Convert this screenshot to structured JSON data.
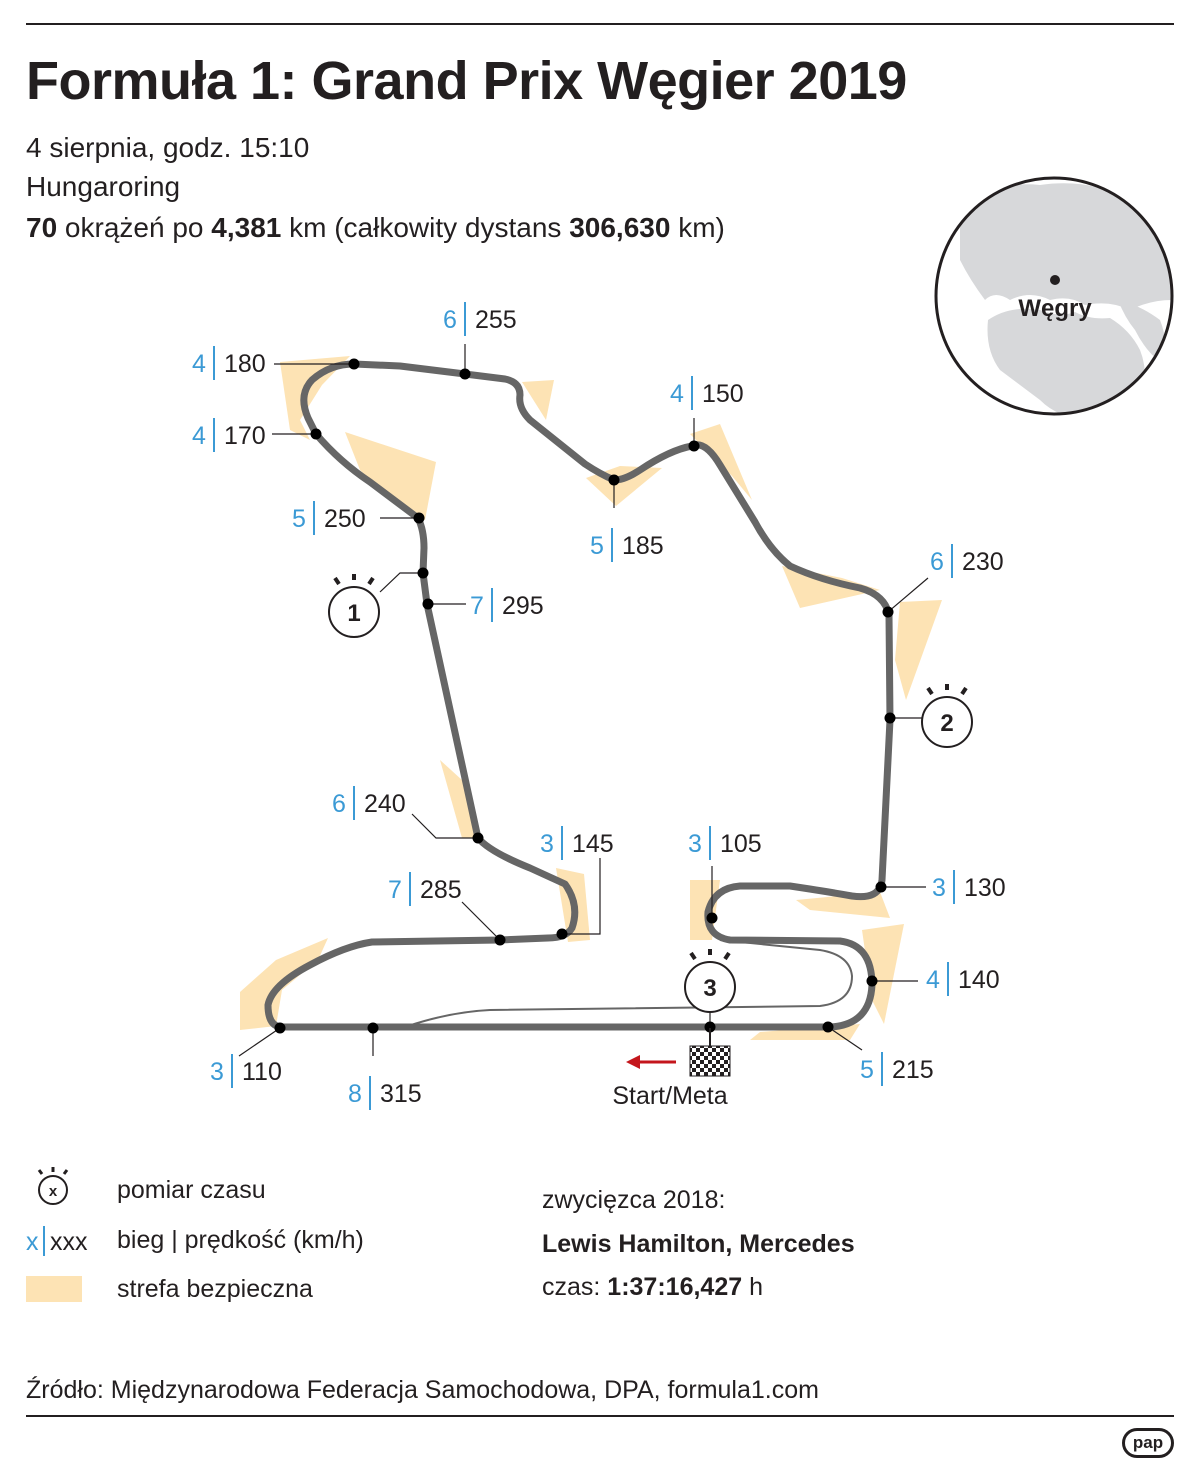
{
  "header": {
    "title": "Formuła 1: Grand Prix Węgier 2019",
    "date": "4 sierpnia, godz. 15:10",
    "circuit": "Hungaroring",
    "laps": "70",
    "laps_text": " okrążeń po ",
    "lap_km": "4,381",
    "km_text": " km (całkowity dystans ",
    "total_km": "306,630",
    "km_end": " km)"
  },
  "globe": {
    "country": "Węgry",
    "land_color": "#d7d8da",
    "sea_color": "#ffffff"
  },
  "track": {
    "track_color": "#666666",
    "zone_color": "#fde3b4",
    "gear_color": "#3b9ad5",
    "points": [
      {
        "gear": "4",
        "speed": "180"
      },
      {
        "gear": "6",
        "speed": "255"
      },
      {
        "gear": "4",
        "speed": "170"
      },
      {
        "gear": "4",
        "speed": "150"
      },
      {
        "gear": "5",
        "speed": "250"
      },
      {
        "gear": "5",
        "speed": "185"
      },
      {
        "gear": "6",
        "speed": "230"
      },
      {
        "gear": "7",
        "speed": "295"
      },
      {
        "gear": "6",
        "speed": "240"
      },
      {
        "gear": "3",
        "speed": "145"
      },
      {
        "gear": "3",
        "speed": "105"
      },
      {
        "gear": "3",
        "speed": "130"
      },
      {
        "gear": "7",
        "speed": "285"
      },
      {
        "gear": "4",
        "speed": "140"
      },
      {
        "gear": "3",
        "speed": "110"
      },
      {
        "gear": "8",
        "speed": "315"
      },
      {
        "gear": "5",
        "speed": "215"
      }
    ],
    "timing": [
      "1",
      "2",
      "3"
    ],
    "start_label": "Start/Meta",
    "arrow_color": "#c4161c"
  },
  "legend": {
    "timing_symbol": "x",
    "timing_label": "pomiar czasu",
    "gear_symbol": "x",
    "speed_symbol": "xxx",
    "gear_speed_label": "bieg | prędkość (km/h)",
    "zone_label": "strefa bezpieczna"
  },
  "winner": {
    "label": "zwycięzca 2018:",
    "name": "Lewis Hamilton, Mercedes",
    "time_label": "czas: ",
    "time": "1:37:16,427",
    "time_unit": " h"
  },
  "footer": {
    "source": "Źródło: Międzynarodowa Federacja Samochodowa, DPA, formula1.com",
    "logo": "pap"
  }
}
